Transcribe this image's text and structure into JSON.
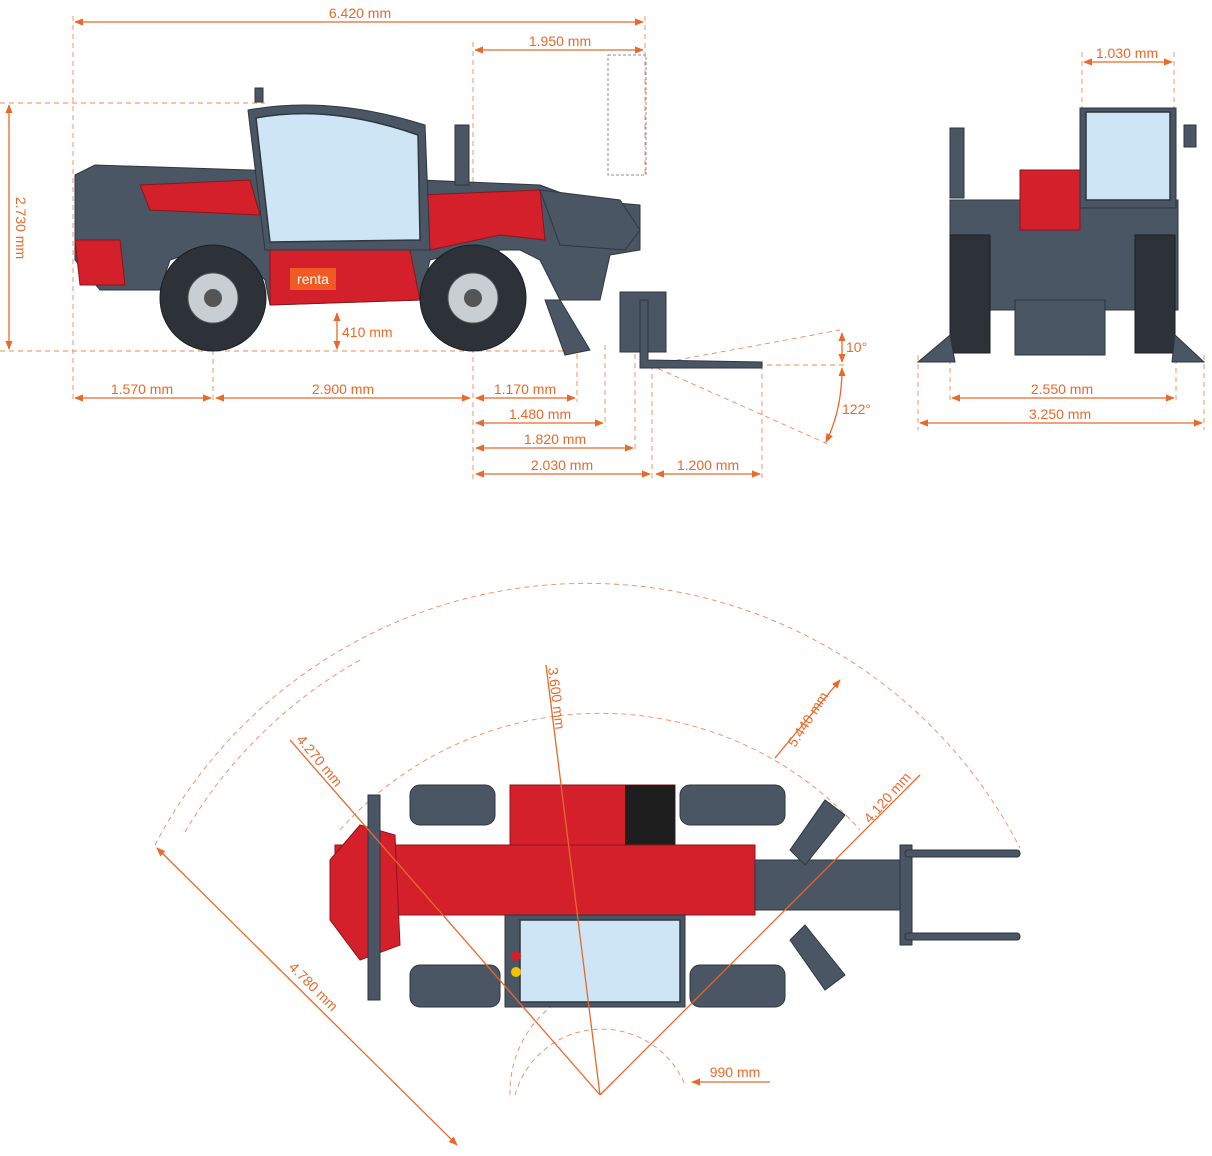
{
  "colors": {
    "dimension": "#e8692a",
    "body_red": "#d3202a",
    "body_grey": "#4a5663",
    "glass": "#cde5f4"
  },
  "side_view": {
    "brand": "renta",
    "overall_length": "6.420 mm",
    "fork_reach": "1.950 mm",
    "height": "2.730 mm",
    "ground_clearance": "410 mm",
    "rear_overhang": "1.570 mm",
    "wheelbase": "2.900 mm",
    "front_1": "1.170 mm",
    "front_2": "1.480 mm",
    "front_3": "1.820 mm",
    "front_4": "2.030 mm",
    "fork_length": "1.200 mm",
    "fork_tilt_up": "10°",
    "fork_tilt_down": "122°"
  },
  "front_view": {
    "cab_width": "1.030 mm",
    "overall_width": "2.550 mm",
    "outrigger_width": "3.250 mm"
  },
  "top_view": {
    "radius_a": "3.600 mm",
    "radius_b": "5.440 mm",
    "radius_c": "4.270 mm",
    "radius_d": "4.120 mm",
    "radius_e": "4.780 mm",
    "inner_clearance": "990 mm"
  }
}
